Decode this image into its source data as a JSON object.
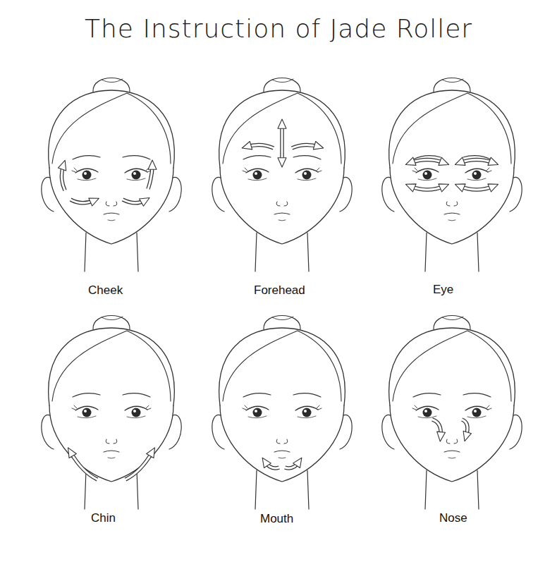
{
  "diagram": {
    "title": "The Instruction of Jade Roller",
    "labels": [
      "Cheek",
      "Forehead",
      "Eye",
      "Chin",
      "Mouth",
      "Nose"
    ]
  }
}
